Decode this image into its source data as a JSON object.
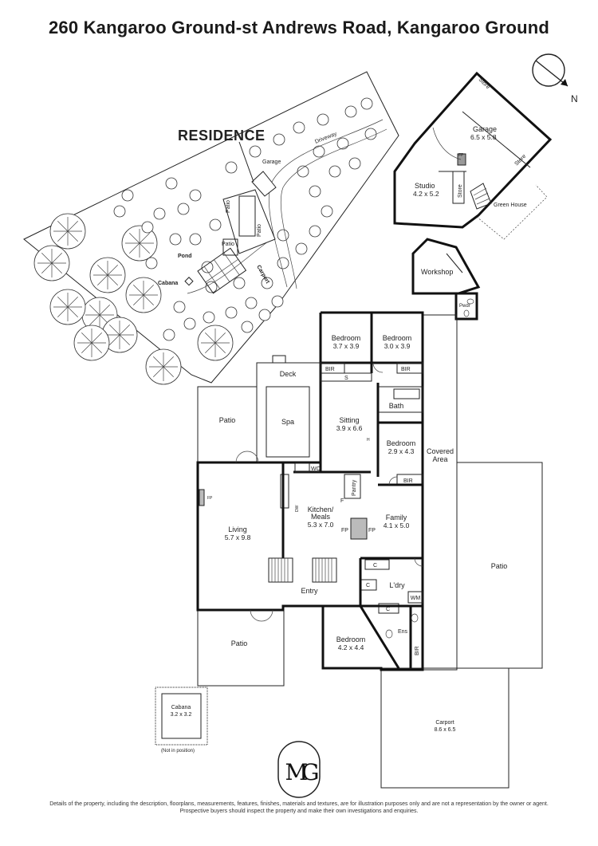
{
  "title": "260 Kangaroo Ground-st Andrews Road, Kangaroo Ground",
  "compass": {
    "label": "N"
  },
  "site": {
    "residence": "RESIDENCE",
    "driveway": "Driveway",
    "garage": "Garage",
    "patio1": "Patio",
    "patio2": "Patio",
    "patio3": "Patio",
    "pond": "Pond",
    "carport": "Carport",
    "cabana": "Cabana"
  },
  "outbuilding": {
    "store_top": "Store",
    "garage": {
      "name": "Garage",
      "dim": "6.5 x 5.8"
    },
    "fp": "FP",
    "store_right": "Store",
    "studio": {
      "name": "Studio",
      "dim": "4.2 x 5.2"
    },
    "store_left": "Store",
    "green_house": "Green House",
    "workshop": "Workshop",
    "pwdr": "Pwdr"
  },
  "rooms": {
    "bed1": {
      "name": "Bedroom",
      "dim": "3.7 x 3.9"
    },
    "bed2": {
      "name": "Bedroom",
      "dim": "3.0 x 3.9"
    },
    "deck": "Deck",
    "spa": "Spa",
    "patio_left": "Patio",
    "sitting": {
      "name": "Sitting",
      "dim": "3.9 x 6.6"
    },
    "bath": "Bath",
    "bed3": {
      "name": "Bedroom",
      "dim": "2.9 x 4.3"
    },
    "covered": {
      "name": "Covered",
      "sub": "Area"
    },
    "living": {
      "name": "Living",
      "dim": "5.7 x 9.8"
    },
    "kitchen": {
      "name": "Kitchen/",
      "sub": "Meals",
      "dim": "5.3 x 7.0"
    },
    "pantry": "Pantry",
    "family": {
      "name": "Family",
      "dim": "4.1 x 5.0"
    },
    "patio_right": "Patio",
    "entry": "Entry",
    "ldry": "L'dry",
    "wm": "WM",
    "ens": "Ens",
    "bed4": {
      "name": "Bedroom",
      "dim": "4.2 x 4.4"
    },
    "patio_bottom": "Patio",
    "cabana": {
      "name": "Cabana",
      "dim": "3.2 x 3.2",
      "note": "(Not in position)"
    },
    "carport": {
      "name": "Carport",
      "dim": "8.6 x 6.5"
    }
  },
  "marks": {
    "bir": "BIR",
    "s": "S",
    "wo": "WO",
    "dw": "DW",
    "f": "F",
    "fp": "FP",
    "c": "C",
    "h": "H"
  },
  "logo": {
    "letters": "MG"
  },
  "footer": {
    "line1": "Details of the property, including the description, floorplans, measurements, features, finishes, materials and textures, are for illustration purposes only and are not a representation by the owner or agent.",
    "line2": "Prospective buyers should inspect the property and make their own investigations and enquiries."
  }
}
